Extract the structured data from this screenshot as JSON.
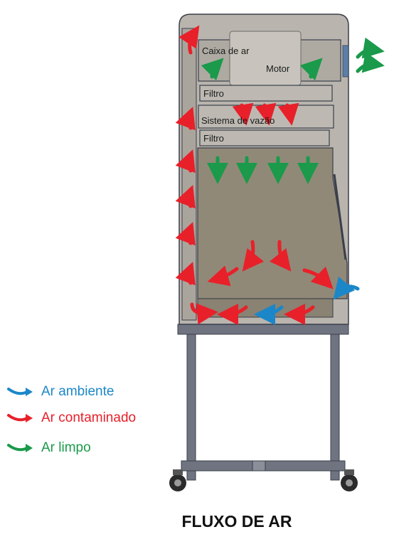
{
  "labels": {
    "fan_box": "Caixa de ar",
    "motor": "Motor",
    "filter_top": "Filtro",
    "flow_system": "Sistema de vazão",
    "filter_bottom": "Filtro"
  },
  "legend": [
    {
      "key": "ambient",
      "label": "Ar ambiente",
      "color": "#1b87c9"
    },
    {
      "key": "contaminated",
      "label": "Ar contaminado",
      "color": "#e8202a"
    },
    {
      "key": "clean",
      "label": "Ar limpo",
      "color": "#1a9a4a"
    }
  ],
  "title": "FLUXO DE AR",
  "colors": {
    "cabinet_fill": "#b9b5ae",
    "cabinet_stroke": "#3a3f4a",
    "frame": "#6f7480",
    "work_area": "#918977"
  }
}
